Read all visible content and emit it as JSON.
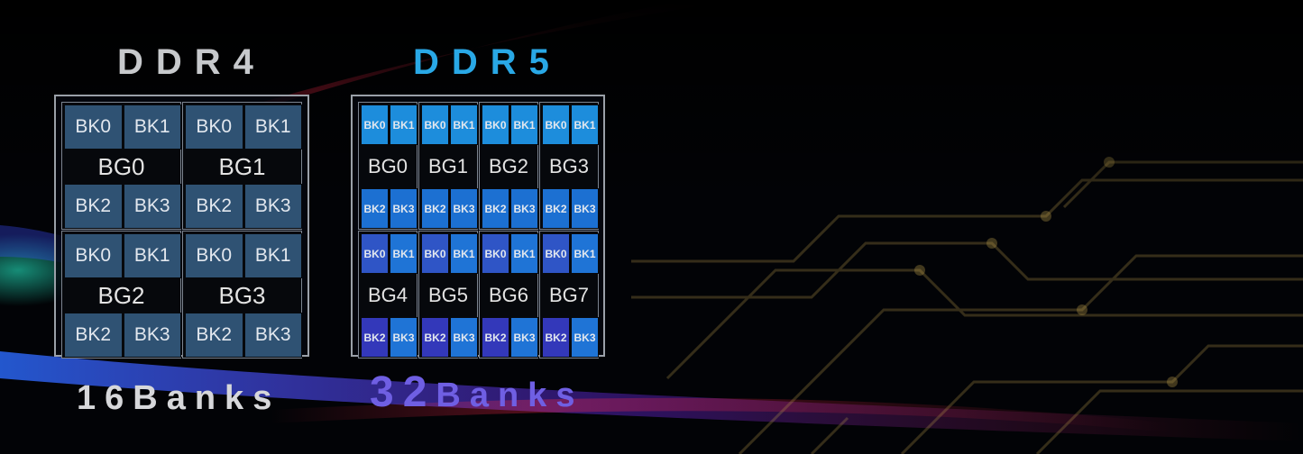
{
  "ddr4": {
    "title": "DDR4",
    "footer": "16Banks",
    "bank_groups": [
      {
        "label": "BG0",
        "banks": [
          "BK0",
          "BK1",
          "BK2",
          "BK3"
        ]
      },
      {
        "label": "BG1",
        "banks": [
          "BK0",
          "BK1",
          "BK2",
          "BK3"
        ]
      },
      {
        "label": "BG2",
        "banks": [
          "BK0",
          "BK1",
          "BK2",
          "BK3"
        ]
      },
      {
        "label": "BG3",
        "banks": [
          "BK0",
          "BK1",
          "BK2",
          "BK3"
        ]
      }
    ]
  },
  "ddr5": {
    "title": "DDR5",
    "footer_number": "32",
    "footer_text": "Banks",
    "bank_groups": [
      {
        "label": "BG0",
        "banks": [
          "BK0",
          "BK1",
          "BK2",
          "BK3"
        ]
      },
      {
        "label": "BG1",
        "banks": [
          "BK0",
          "BK1",
          "BK2",
          "BK3"
        ]
      },
      {
        "label": "BG2",
        "banks": [
          "BK0",
          "BK1",
          "BK2",
          "BK3"
        ]
      },
      {
        "label": "BG3",
        "banks": [
          "BK0",
          "BK1",
          "BK2",
          "BK3"
        ]
      },
      {
        "label": "BG4",
        "banks": [
          "BK0",
          "BK1",
          "BK2",
          "BK3"
        ]
      },
      {
        "label": "BG5",
        "banks": [
          "BK0",
          "BK1",
          "BK2",
          "BK3"
        ]
      },
      {
        "label": "BG6",
        "banks": [
          "BK0",
          "BK1",
          "BK2",
          "BK3"
        ]
      },
      {
        "label": "BG7",
        "banks": [
          "BK0",
          "BK1",
          "BK2",
          "BK3"
        ]
      }
    ]
  },
  "colors": {
    "ddr4_title": "#c7c9cc",
    "ddr5_title": "#29a8e6",
    "ddr4_bank": "#2f5273",
    "ddr5_bank": "#1d8ddc",
    "ddr5_footer": "#6f5fe3"
  }
}
